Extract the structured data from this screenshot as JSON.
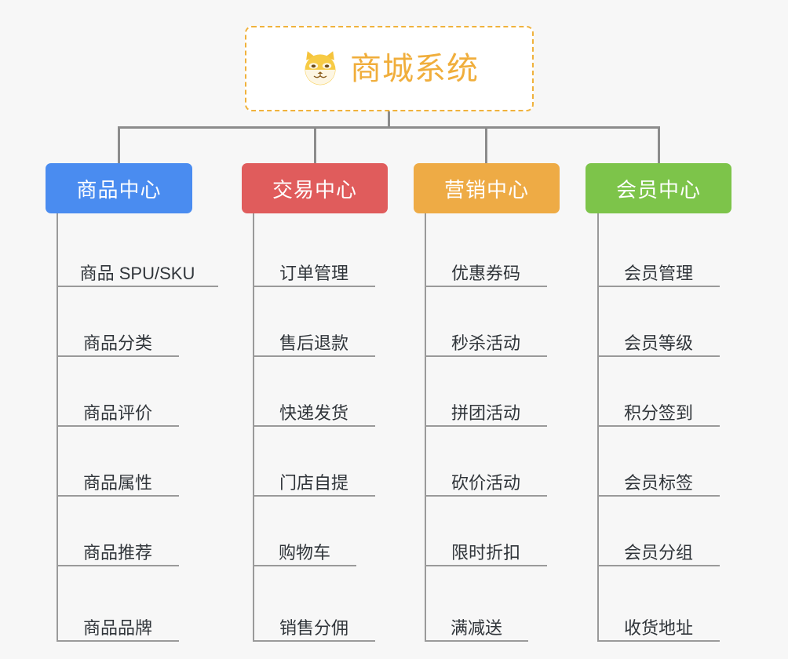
{
  "diagram": {
    "title": "商城系统",
    "root": {
      "label": "商城系统",
      "icon": "shiba-dog-icon",
      "border_color": "#f0b23c",
      "text_color": "#f0ae3c",
      "background": "#ffffff"
    },
    "background_color": "#f7f7f7",
    "connector_color": "#8c8c8c",
    "leaf_line_color": "#9a9a9a",
    "leaf_text_color": "#30353a",
    "branches": [
      {
        "label": "商品中心",
        "color": "#4a8cf0",
        "items": [
          "商品 SPU/SKU",
          "商品分类",
          "商品评价",
          "商品属性",
          "商品推荐",
          "商品品牌"
        ]
      },
      {
        "label": "交易中心",
        "color": "#e05c5c",
        "items": [
          "订单管理",
          "售后退款",
          "快递发货",
          "门店自提",
          "购物车",
          "销售分佣"
        ]
      },
      {
        "label": "营销中心",
        "color": "#eeab45",
        "items": [
          "优惠券码",
          "秒杀活动",
          "拼团活动",
          "砍价活动",
          "限时折扣",
          "满减送"
        ]
      },
      {
        "label": "会员中心",
        "color": "#7dc44a",
        "items": [
          "会员管理",
          "会员等级",
          "积分签到",
          "会员标签",
          "会员分组",
          "收货地址"
        ]
      }
    ]
  }
}
